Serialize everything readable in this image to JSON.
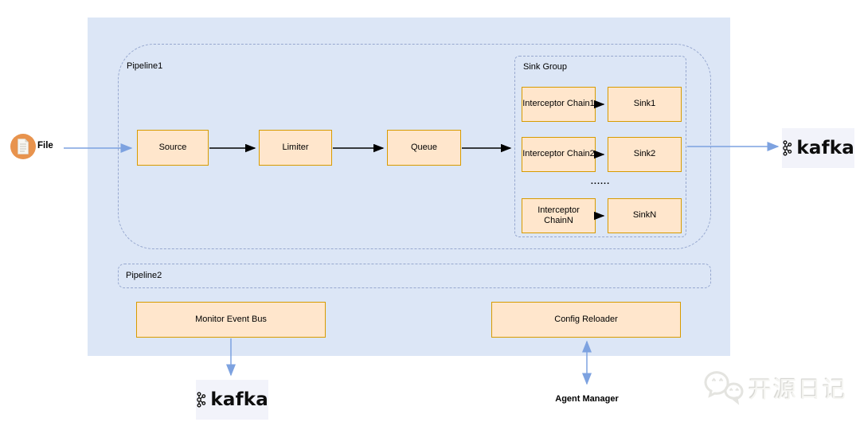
{
  "diagram": {
    "pipeline1_label": "Pipeline1",
    "pipeline2_label": "Pipeline2",
    "sink_group_label": "Sink Group",
    "ellipsis": "......",
    "nodes": {
      "source": "Source",
      "limiter": "Limiter",
      "queue": "Queue",
      "interceptor_chain1": "Interceptor Chain1",
      "sink1": "Sink1",
      "interceptor_chain2": "Interceptor Chain2",
      "sink2": "Sink2",
      "interceptor_chain_n": "Interceptor ChainN",
      "sink_n": "SinkN",
      "monitor_event_bus": "Monitor Event Bus",
      "config_reloader": "Config Reloader"
    },
    "external": {
      "file": "File",
      "kafka": "kafka",
      "agent_manager": "Agent Manager"
    },
    "watermark": "开源日记",
    "colors": {
      "canvas_fill": "#dce6f6",
      "node_fill": "#ffe6cc",
      "node_border": "#d79b00",
      "dashed_border": "#97a8cf",
      "black_arrow": "#000000",
      "blue_arrow": "#7da2e0",
      "kafka_box_fill": "#f2f3fa",
      "file_icon_fill": "#e8934d"
    }
  }
}
